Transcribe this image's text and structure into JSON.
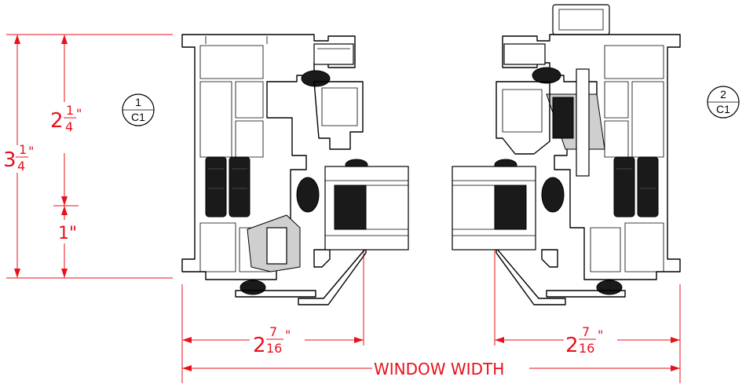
{
  "dimensions": {
    "overall_height": {
      "whole": "3",
      "numerator": "1",
      "denominator": "4",
      "unit": "\""
    },
    "upper_height": {
      "whole": "2",
      "numerator": "1",
      "denominator": "4",
      "unit": "\""
    },
    "lower_height": {
      "label": "1\""
    },
    "left_width": {
      "whole": "2",
      "numerator": "7",
      "denominator": "16",
      "unit": "\""
    },
    "right_width": {
      "whole": "2",
      "numerator": "7",
      "denominator": "16",
      "unit": "\""
    },
    "window_width": {
      "label": "WINDOW WIDTH"
    }
  },
  "callouts": [
    {
      "top": "1",
      "bottom": "C1"
    },
    {
      "top": "2",
      "bottom": "C1"
    }
  ],
  "colors": {
    "dimension": "#e8111b",
    "linework": "#000000"
  }
}
